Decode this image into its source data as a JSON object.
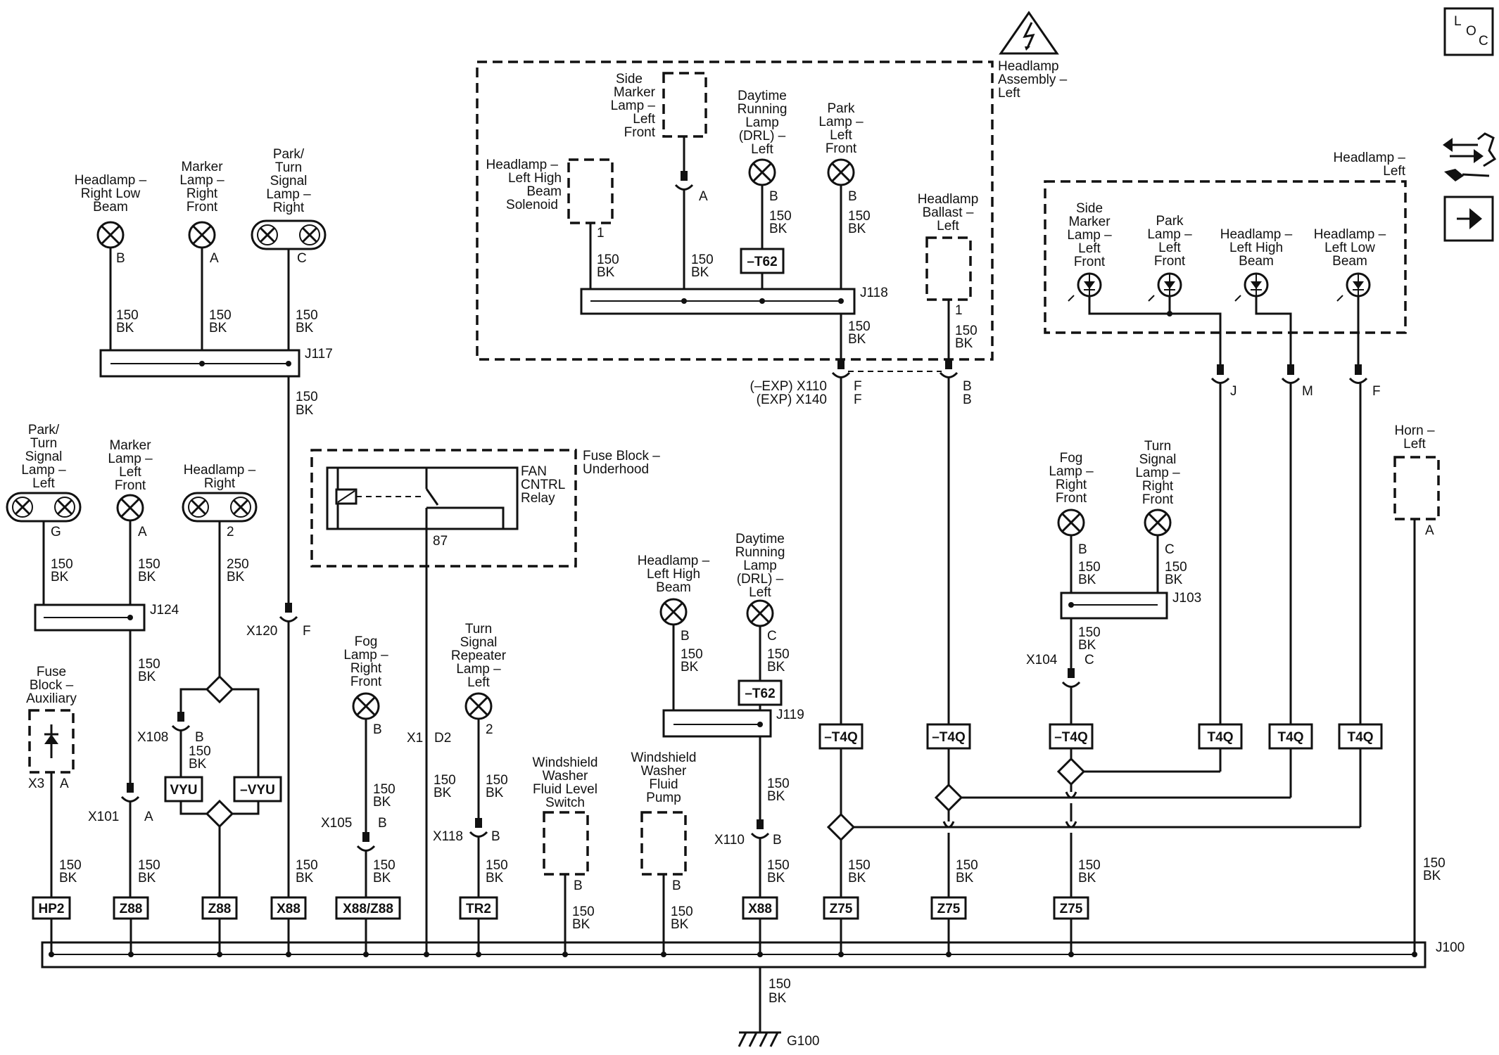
{
  "components": {
    "headlamp_right_low": [
      "Headlamp –",
      "Right Low",
      "Beam"
    ],
    "marker_right_front": [
      "Marker",
      "Lamp –",
      "Right",
      "Front"
    ],
    "park_turn_right": [
      "Park/",
      "Turn",
      "Signal",
      "Lamp –",
      "Right"
    ],
    "park_turn_left": [
      "Park/",
      "Turn",
      "Signal",
      "Lamp –",
      "Left"
    ],
    "marker_left_front": [
      "Marker",
      "Lamp –",
      "Left",
      "Front"
    ],
    "headlamp_right": [
      "Headlamp –",
      "Right"
    ],
    "fuse_block_aux": [
      "Fuse",
      "Block –",
      "Auxiliary"
    ],
    "fuse_block_underhood": [
      "Fuse Block –",
      "Underhood"
    ],
    "fan_relay": [
      "FAN",
      "CNTRL",
      "Relay"
    ],
    "fog_right_front_a": [
      "Fog",
      "Lamp –",
      "Right",
      "Front"
    ],
    "turn_repeater_left": [
      "Turn",
      "Signal",
      "Repeater",
      "Lamp –",
      "Left"
    ],
    "washer_level_switch": [
      "Windshield",
      "Washer",
      "Fluid Level",
      "Switch"
    ],
    "washer_pump": [
      "Windshield",
      "Washer",
      "Fluid",
      "Pump"
    ],
    "headlamp_left_high_lower": [
      "Headlamp –",
      "Left High",
      "Beam"
    ],
    "drl_left_lower": [
      "Daytime",
      "Running",
      "Lamp",
      "(DRL) –",
      "Left"
    ],
    "side_marker_left_front": [
      "Side",
      "Marker",
      "Lamp –",
      "Left",
      "Front"
    ],
    "headlamp_left_high_solenoid": [
      "Headlamp –",
      "Left High",
      "Beam",
      "Solenoid"
    ],
    "drl_left_upper": [
      "Daytime",
      "Running",
      "Lamp",
      "(DRL) –",
      "Left"
    ],
    "park_lamp_left_front": [
      "Park",
      "Lamp –",
      "Left",
      "Front"
    ],
    "headlamp_ballast_left": [
      "Headlamp",
      "Ballast –",
      "Left"
    ],
    "headlamp_assembly_left": [
      "Headlamp",
      "Assembly –",
      "Left"
    ],
    "headlamp_left_group": [
      "Headlamp –",
      "Left"
    ],
    "hl_side_marker": [
      "Side",
      "Marker",
      "Lamp –",
      "Left",
      "Front"
    ],
    "hl_park": [
      "Park",
      "Lamp –",
      "Left",
      "Front"
    ],
    "hl_high": [
      "Headlamp –",
      "Left High",
      "Beam"
    ],
    "hl_low": [
      "Headlamp –",
      "Left Low",
      "Beam"
    ],
    "fog_right_front_b": [
      "Fog",
      "Lamp –",
      "Right",
      "Front"
    ],
    "turn_signal_right_front": [
      "Turn",
      "Signal",
      "Lamp –",
      "Right",
      "Front"
    ],
    "horn_left": [
      "Horn –",
      "Left"
    ]
  },
  "wires": {
    "w150": [
      "150",
      "BK"
    ],
    "w250": [
      "250",
      "BK"
    ]
  },
  "pins": {
    "A": "A",
    "B": "B",
    "C": "C",
    "F": "F",
    "G": "G",
    "J": "J",
    "M": "M",
    "one": "1",
    "two": "2",
    "x1": "X1",
    "d2": "D2",
    "p87": "87"
  },
  "splices": {
    "J100": "J100",
    "J103": "J103",
    "J117": "J117",
    "J118": "J118",
    "J119": "J119",
    "J124": "J124"
  },
  "connectors": {
    "X3": "X3",
    "X101": "X101",
    "X104": "X104",
    "X105": "X105",
    "X108": "X108",
    "X110": "X110",
    "X118": "X118",
    "X120": "X120",
    "exp_x110": "(–EXP) X110",
    "exp_x140": "(EXP) X140"
  },
  "options": {
    "HP2": "HP2",
    "Z88": "Z88",
    "X88": "X88",
    "X88Z88": "X88/Z88",
    "TR2": "TR2",
    "Z75": "Z75",
    "VYU": "VYU",
    "nVYU": "–VYU",
    "nT62": "–T62",
    "T4Q": "T4Q",
    "nT4Q": "–T4Q"
  },
  "ground": "G100",
  "loc_icon": [
    "L",
    "O",
    "C"
  ]
}
